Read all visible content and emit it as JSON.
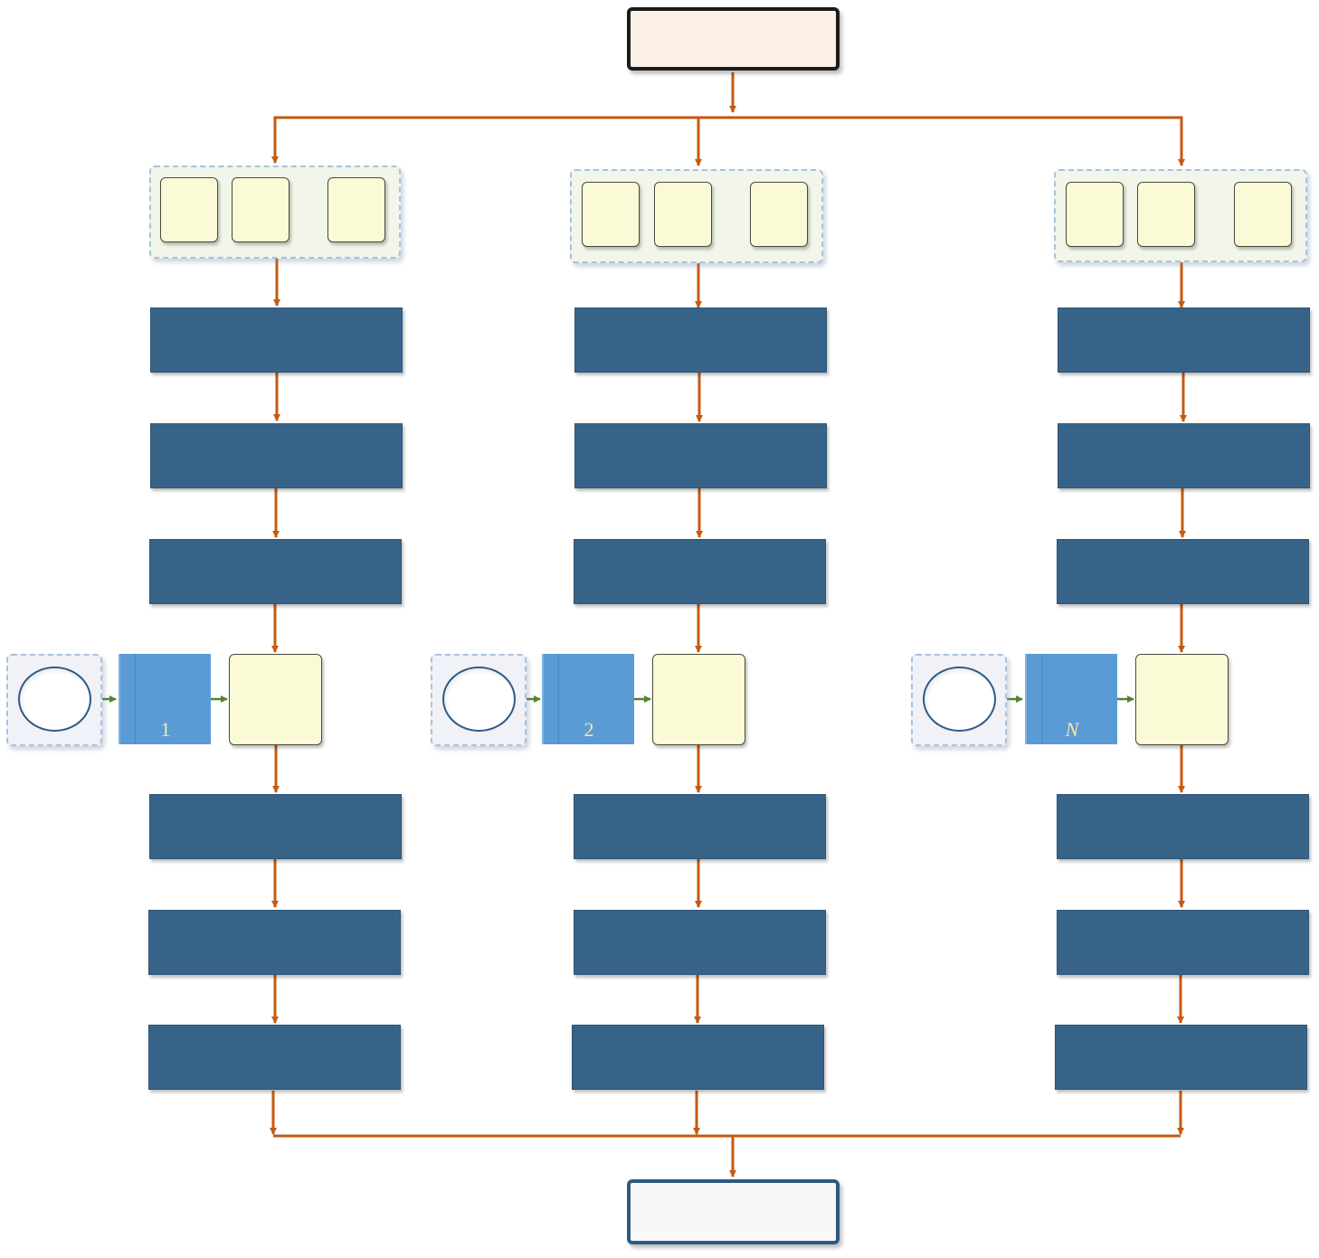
{
  "diagram": {
    "branches": [
      {
        "label": "1",
        "italic": false
      },
      {
        "label": "2",
        "italic": false
      },
      {
        "label": "N",
        "italic": true
      }
    ],
    "colors": {
      "orange_arrow": "#c55a11",
      "green_arrow": "#548235",
      "step_fill": "#386389",
      "blue_block": "#5b9bd5",
      "card_fill": "#fafad7"
    }
  }
}
